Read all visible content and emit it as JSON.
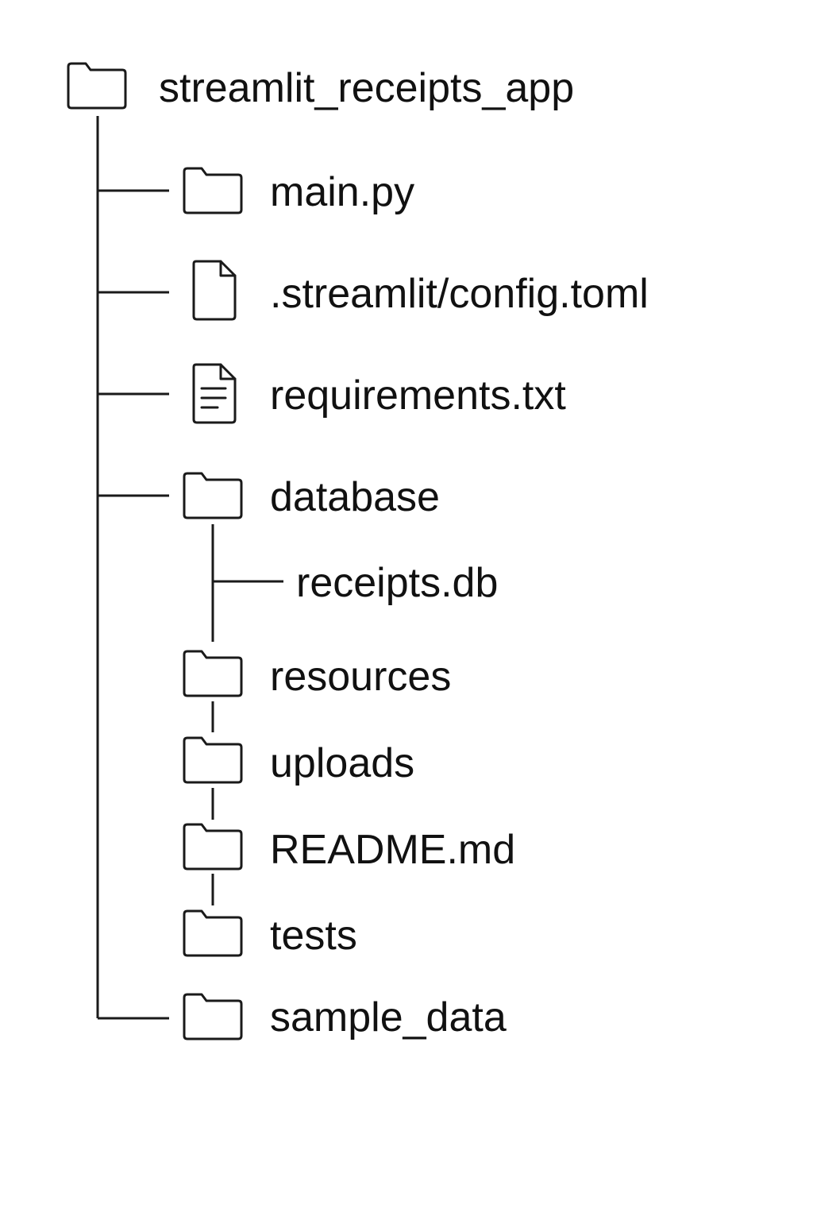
{
  "tree": {
    "root": {
      "label": "streamlit_receipts_app",
      "icon": "folder-icon"
    },
    "items": [
      {
        "label": "main.py",
        "icon": "folder-icon"
      },
      {
        "label": ".streamlit/config.toml",
        "icon": "file-icon"
      },
      {
        "label": "requirements.txt",
        "icon": "text-file-icon"
      },
      {
        "label": "database",
        "icon": "folder-icon"
      },
      {
        "label": "receipts.db",
        "icon": "none"
      },
      {
        "label": "resources",
        "icon": "folder-icon"
      },
      {
        "label": "uploads",
        "icon": "folder-icon"
      },
      {
        "label": "README.md",
        "icon": "folder-icon"
      },
      {
        "label": "tests",
        "icon": "folder-icon"
      },
      {
        "label": "sample_data",
        "icon": "folder-icon"
      }
    ]
  }
}
